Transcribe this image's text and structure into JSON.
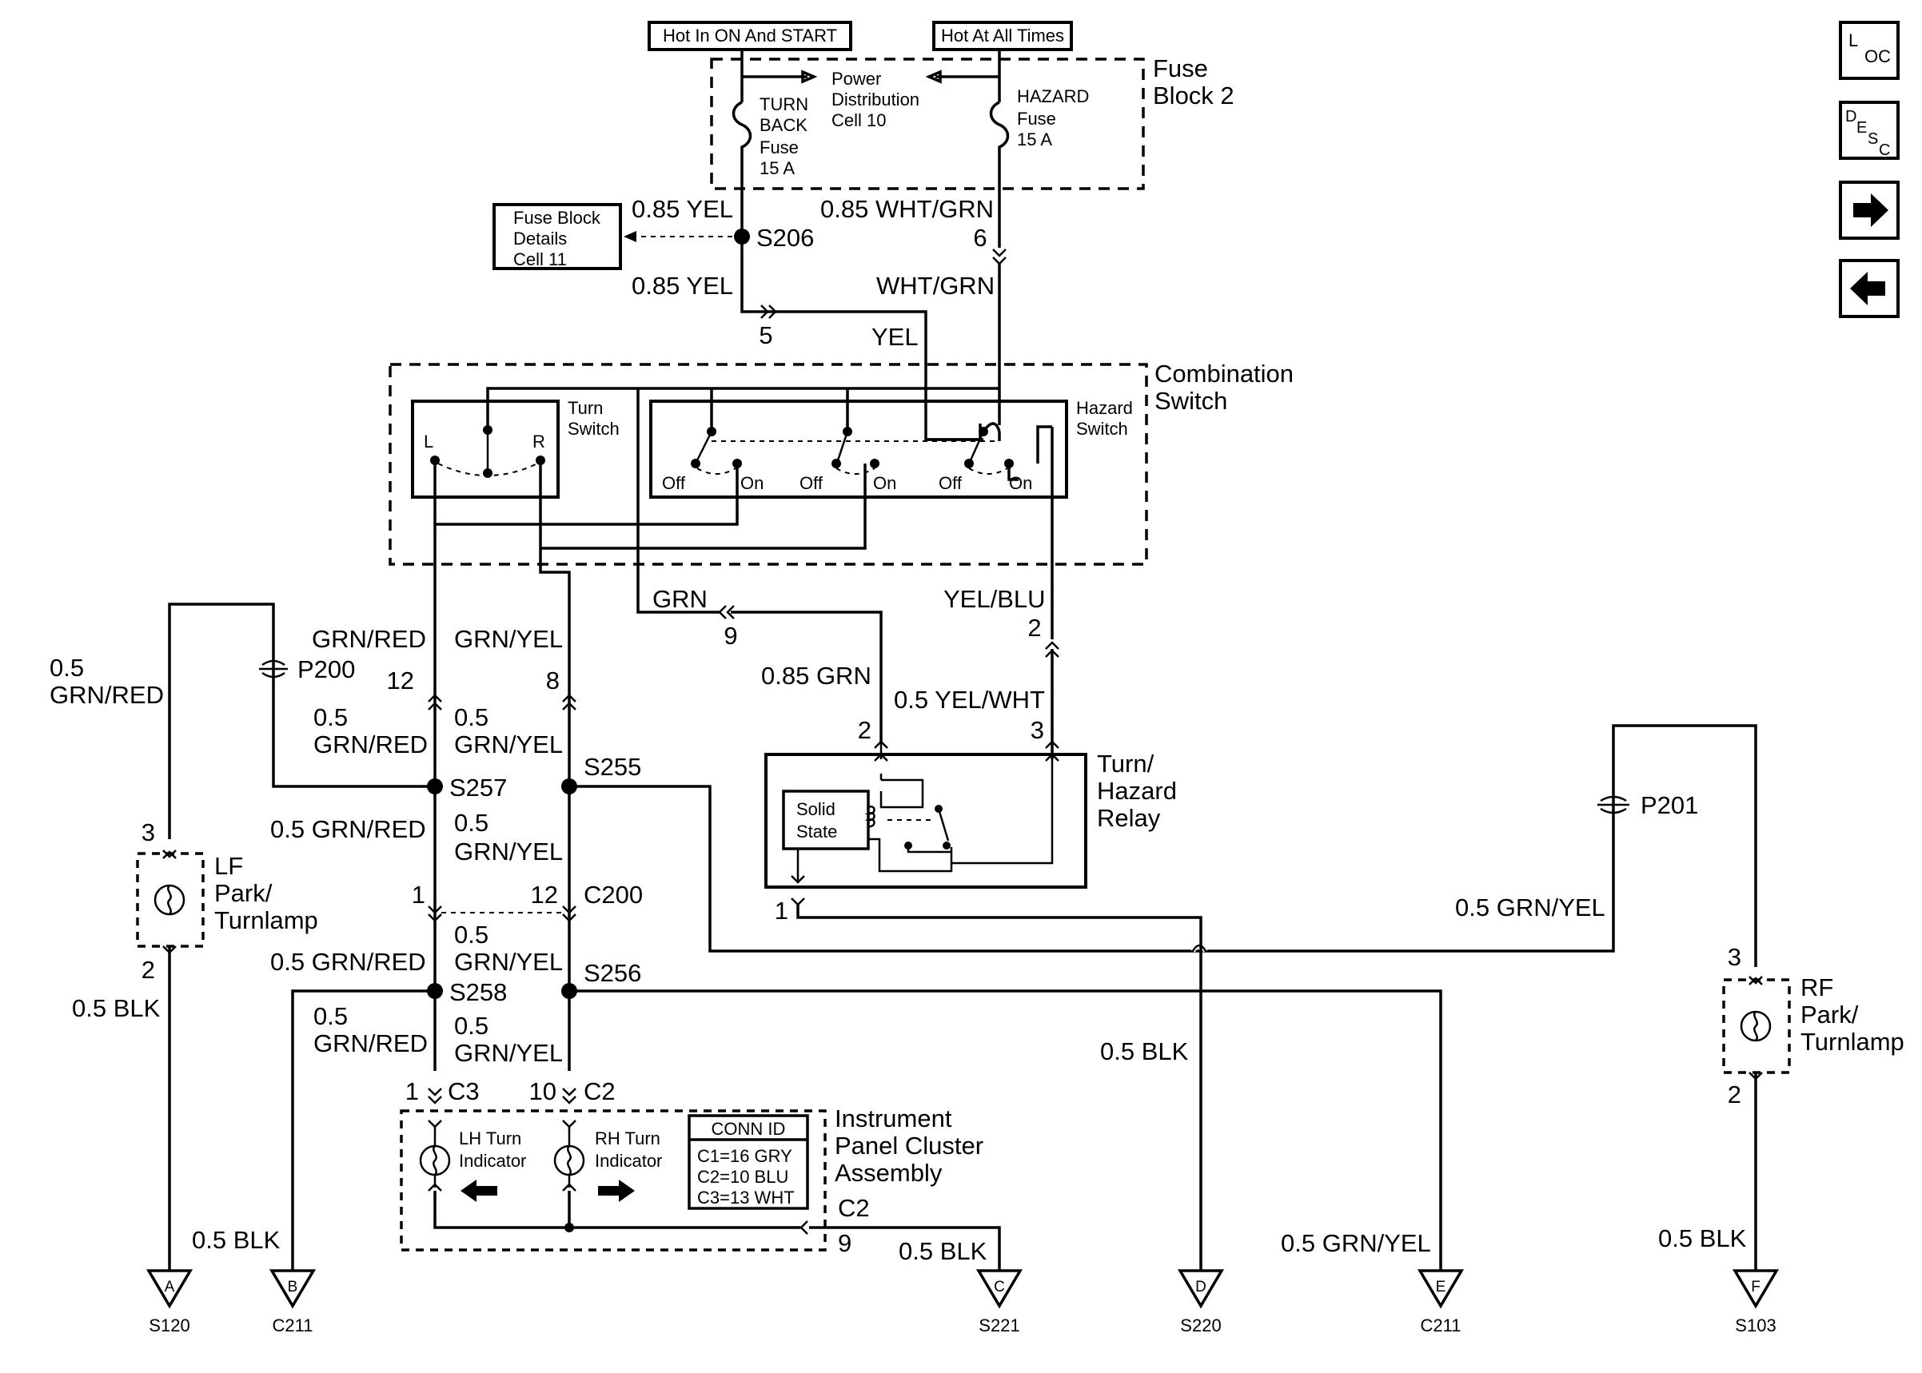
{
  "top_labels": {
    "hot_on_start": "Hot In ON And START",
    "hot_all_times": "Hot At All Times"
  },
  "fuse_block": {
    "title_line1": "Fuse",
    "title_line2": "Block 2",
    "pd_line1": "Power",
    "pd_line2": "Distribution",
    "pd_line3": "Cell 10",
    "turn_fuse": [
      "TURN",
      "BACK",
      "Fuse",
      "15 A"
    ],
    "hazard_fuse": [
      "HAZARD",
      "Fuse",
      "15 A"
    ]
  },
  "fbd_box": [
    "Fuse Block",
    "Details",
    "Cell 11"
  ],
  "wire_labels": {
    "yel_085_a": "0.85 YEL",
    "yel_085_b": "0.85 YEL",
    "whtgrn_085": "0.85 WHT/GRN",
    "whtgrn": "WHT/GRN",
    "yel": "YEL",
    "grn": "GRN",
    "yelblu": "YEL/BLU",
    "grnred_top": "GRN/RED",
    "grnyel_top": "GRN/YEL",
    "lf_gauge": "0.5",
    "lf_color": "GRN/RED",
    "grn_085": "0.85 GRN",
    "yelwht_05": "0.5 YEL/WHT",
    "grnred_b_gauge": "0.5",
    "grnred_b_color": "GRN/RED",
    "grnyel_b_gauge": "0.5",
    "grnyel_b_color": "GRN/YEL",
    "grnred_c": "0.5 GRN/RED",
    "grnyel_c_gauge": "0.5",
    "grnyel_c_color": "GRN/YEL",
    "grnred_d": "0.5 GRN/RED",
    "grnyel_d_gauge": "0.5",
    "grnyel_d_color": "GRN/YEL",
    "grnred_e_gauge": "0.5",
    "grnred_e_color": "GRN/RED",
    "grnyel_e_gauge": "0.5",
    "grnyel_e_color": "GRN/YEL",
    "blk_lf": "0.5 BLK",
    "blk_b": "0.5 BLK",
    "blk_c": "0.5 BLK",
    "blk_d": "0.5 BLK",
    "grnyel_p201": "0.5 GRN/YEL",
    "grnyel_e": "0.5 GRN/YEL",
    "blk_rf": "0.5 BLK"
  },
  "splices": {
    "s206": "S206",
    "s257": "S257",
    "s255": "S255",
    "s258": "S258",
    "s256": "S256",
    "c200": "C200",
    "p200": "P200",
    "p201": "P201"
  },
  "pins": {
    "p6": "6",
    "p5": "5",
    "p9": "9",
    "p2a": "2",
    "p12": "12",
    "p8": "8",
    "p2b": "2",
    "p3": "3",
    "p1r": "1",
    "p1": "1",
    "p12b": "12",
    "lf3": "3",
    "lf2": "2",
    "c3pin": "1",
    "c3": "C3",
    "c2pin": "10",
    "c2": "C2",
    "c2b": "C2",
    "p9b": "9",
    "rf3": "3",
    "rf2": "2"
  },
  "combo_switch": {
    "title_line1": "Combination",
    "title_line2": "Switch",
    "turn_line1": "Turn",
    "turn_line2": "Switch",
    "l": "L",
    "r": "R",
    "haz_line1": "Hazard",
    "haz_line2": "Switch",
    "off1": "Off",
    "on1": "On",
    "off2": "Off",
    "on2": "On",
    "off3": "Off",
    "on3": "On"
  },
  "relay": {
    "title": [
      "Turn/",
      "Hazard",
      "Relay"
    ],
    "solid": [
      "Solid",
      "State"
    ]
  },
  "lf_lamp": [
    "LF",
    "Park/",
    "Turnlamp"
  ],
  "rf_lamp": [
    "RF",
    "Park/",
    "Turnlamp"
  ],
  "cluster": {
    "title": [
      "Instrument",
      "Panel Cluster",
      "Assembly"
    ],
    "lh": [
      "LH Turn",
      "Indicator"
    ],
    "rh": [
      "RH Turn",
      "Indicator"
    ],
    "conn_title": "CONN ID",
    "conn_rows": [
      "C1=16 GRY",
      "C2=10 BLU",
      "C3=13 WHT"
    ]
  },
  "grounds": [
    {
      "letter": "A",
      "ref": "S120"
    },
    {
      "letter": "B",
      "ref": "C211"
    },
    {
      "letter": "C",
      "ref": "S221"
    },
    {
      "letter": "D",
      "ref": "S220"
    },
    {
      "letter": "E",
      "ref": "C211"
    },
    {
      "letter": "F",
      "ref": "S103"
    }
  ],
  "nav": {
    "loc": {
      "big": "L",
      "sub": "OC"
    },
    "desc": {
      "big": "D",
      "sub1": "E",
      "sub2": "S",
      "sub3": "C"
    }
  }
}
